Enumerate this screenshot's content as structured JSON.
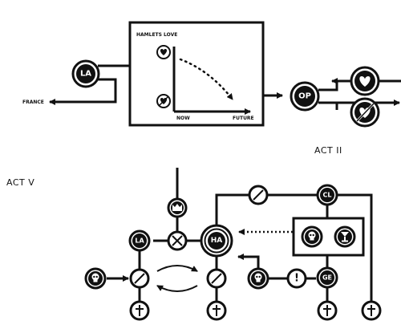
{
  "top": {
    "box_title": "HAMLETS LOVE",
    "axis_now": "NOW",
    "axis_future": "FUTURE",
    "france": "FRANCE",
    "la": "LA",
    "op": "OP"
  },
  "act2": "ACT  II",
  "act5": "ACT  V",
  "bottom": {
    "la": "LA",
    "ha": "HA",
    "cl": "CL",
    "ge": "GE",
    "exclaim": "!"
  },
  "icons": [
    "heart-icon",
    "broken-heart-icon",
    "skull-icon",
    "goblet-icon",
    "cross-icon",
    "crown-icon",
    "sword-slash-icon",
    "x-mark-icon"
  ]
}
